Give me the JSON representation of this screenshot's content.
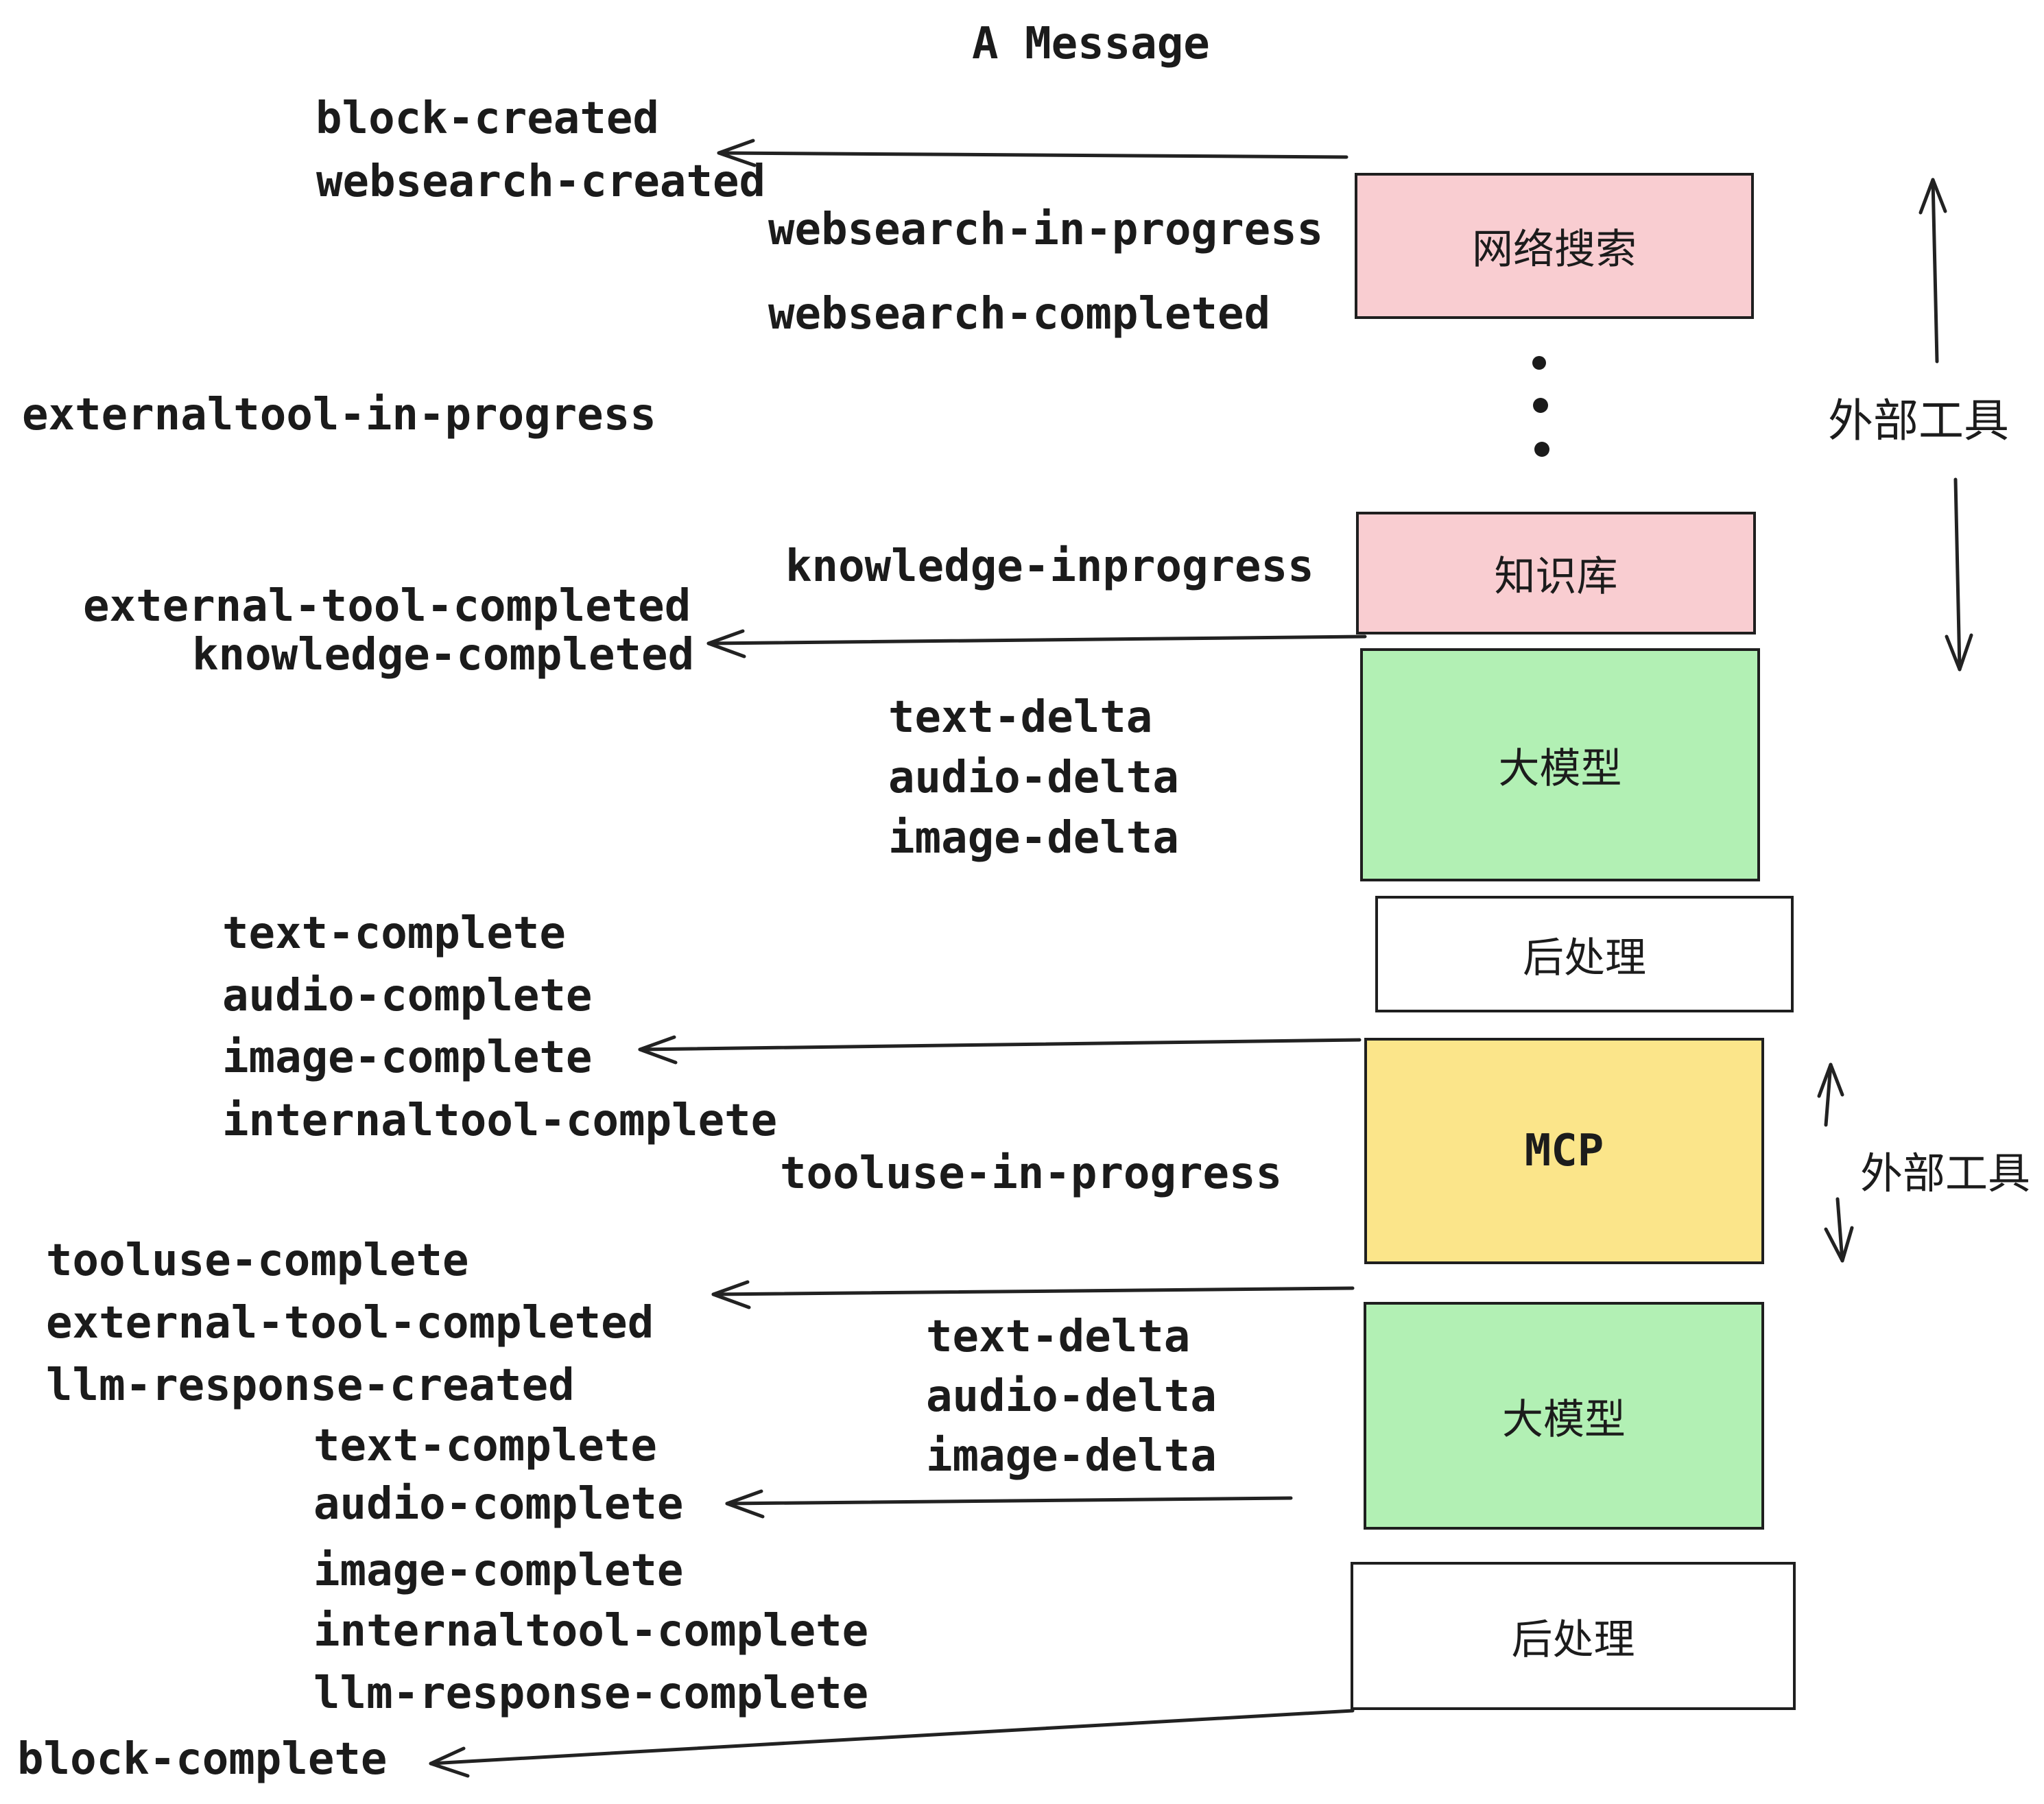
{
  "title": "A Message",
  "colors": {
    "pink": "#f9cdd1",
    "green": "#b2f0b4",
    "yellow": "#fbe58a",
    "white": "#ffffff",
    "border": "#1f1f1f",
    "line": "#222222",
    "text": "#1b1b1b"
  },
  "boxes": [
    {
      "id": "websearch",
      "label": "网络搜索"
    },
    {
      "id": "knowledge",
      "label": "知识库"
    },
    {
      "id": "llm-1",
      "label": "大模型"
    },
    {
      "id": "post-1",
      "label": "后处理"
    },
    {
      "id": "mcp",
      "label": "MCP"
    },
    {
      "id": "llm-2",
      "label": "大模型"
    },
    {
      "id": "post-2",
      "label": "后处理"
    }
  ],
  "side_labels": [
    {
      "text": "外部工具"
    },
    {
      "text": "外部工具"
    }
  ],
  "events": [
    {
      "text": "block-created"
    },
    {
      "text": "websearch-created"
    },
    {
      "text": "websearch-in-progress"
    },
    {
      "text": "websearch-completed"
    },
    {
      "text": "externaltool-in-progress"
    },
    {
      "text": "knowledge-inprogress"
    },
    {
      "text": "external-tool-completed"
    },
    {
      "text": "knowledge-completed"
    },
    {
      "text": "text-delta"
    },
    {
      "text": "audio-delta"
    },
    {
      "text": "image-delta"
    },
    {
      "text": "text-complete"
    },
    {
      "text": "audio-complete"
    },
    {
      "text": "image-complete"
    },
    {
      "text": "internaltool-complete"
    },
    {
      "text": "tooluse-in-progress"
    },
    {
      "text": "tooluse-complete"
    },
    {
      "text": "external-tool-completed"
    },
    {
      "text": "llm-response-created"
    },
    {
      "text": "text-delta"
    },
    {
      "text": "audio-delta"
    },
    {
      "text": "image-delta"
    },
    {
      "text": "text-complete"
    },
    {
      "text": "audio-complete"
    },
    {
      "text": "image-complete"
    },
    {
      "text": "internaltool-complete"
    },
    {
      "text": "llm-response-complete"
    },
    {
      "text": "block-complete"
    }
  ]
}
